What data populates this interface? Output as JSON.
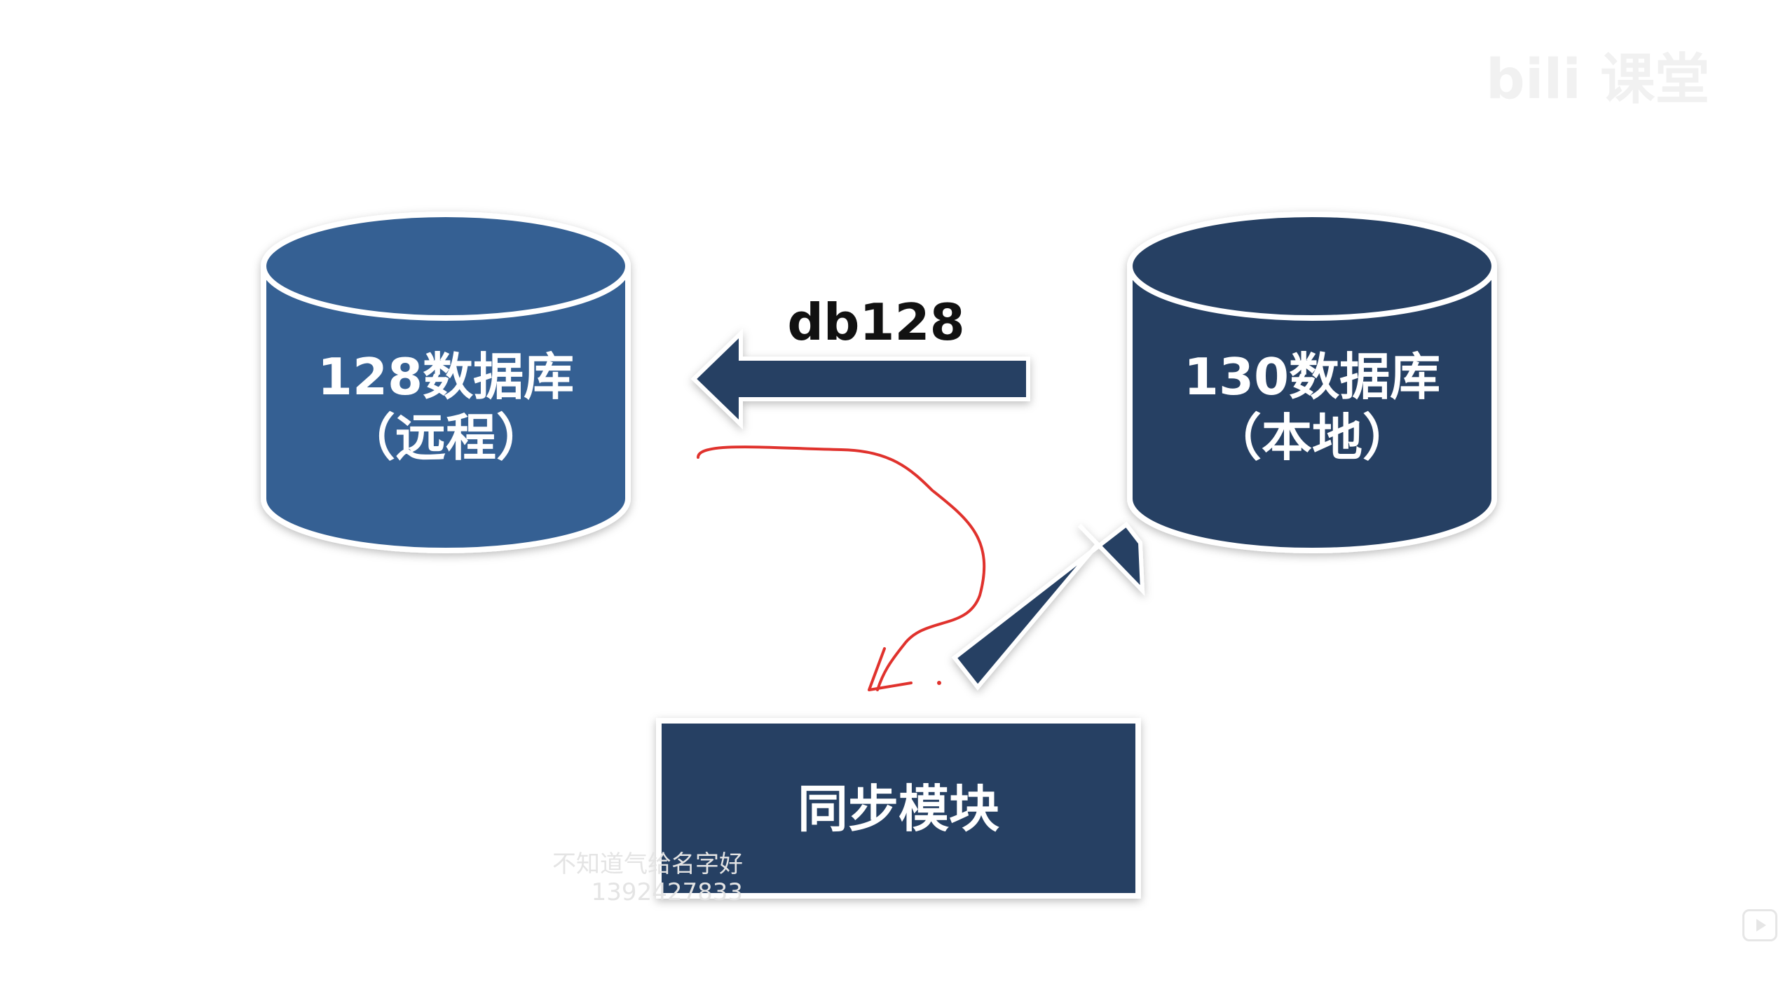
{
  "brand": {
    "logo_text": "bili 课堂"
  },
  "databases": {
    "remote": {
      "line1": "128数据库",
      "line2": "（远程）"
    },
    "local": {
      "line1": "130数据库",
      "line2": "（本地）"
    }
  },
  "arrow_label": "db128",
  "module": {
    "label": "同步模块"
  },
  "watermark": {
    "line1": "不知道气给名字好",
    "line2": "1392427833"
  },
  "colors": {
    "remote_db": "#356093",
    "local_db": "#253f63",
    "arrow": "#253f63",
    "module": "#253f63",
    "annotation": "#e0322d"
  }
}
